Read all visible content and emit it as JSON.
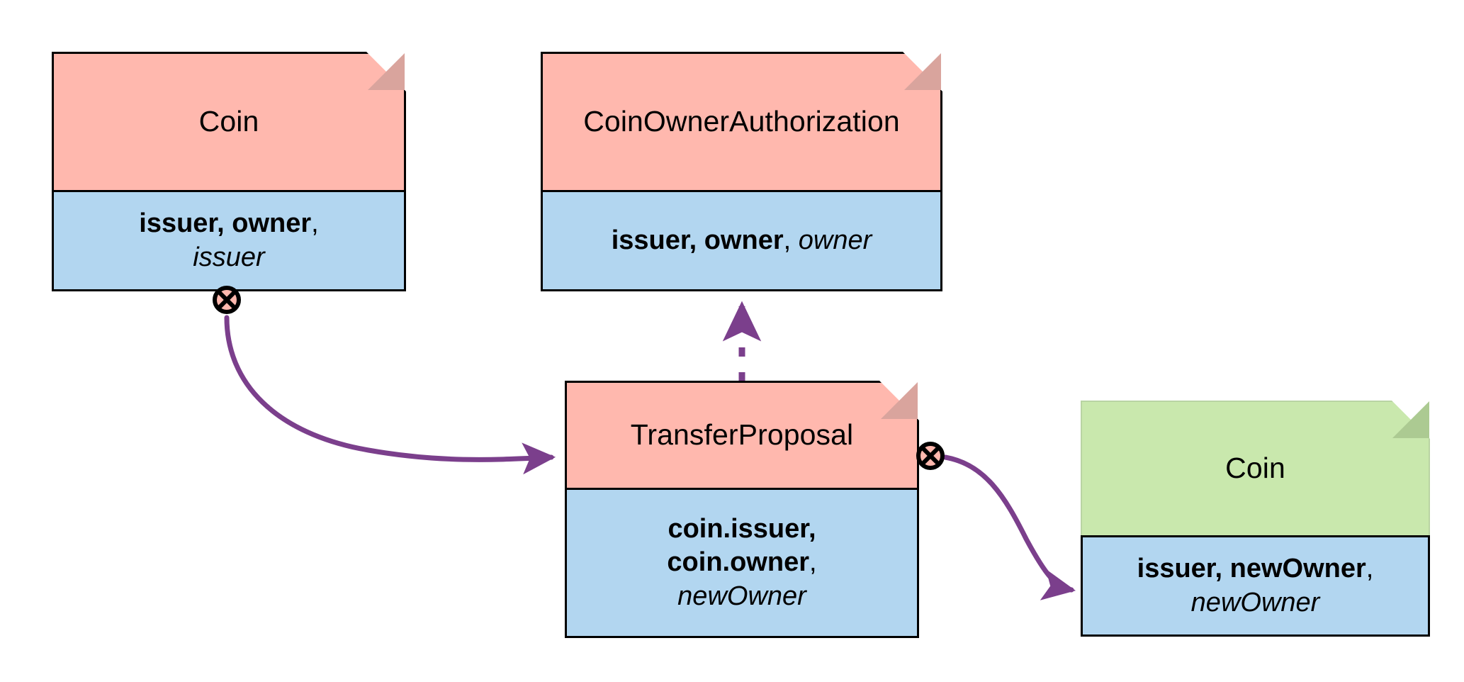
{
  "diagram": {
    "type": "uml-object-flow",
    "background": "#ffffff",
    "palette": {
      "header_pink": "#ffb8ae",
      "header_pink_fold": "#d9a49d",
      "header_green": "#c9e8ad",
      "header_green_fold": "#acca92",
      "body_blue": "#b2d6f0",
      "border": "#000000",
      "edge_purple": "#7b3f8c"
    },
    "nodes": [
      {
        "id": "coin-input",
        "name": "coin-input-node",
        "title": "Coin",
        "color": "pink",
        "attrs_html": "<b>issuer, owner</b>,<br><i>issuer</i>",
        "attrs_text": "issuer, owner, issuer"
      },
      {
        "id": "coin-owner-authorization",
        "name": "coin-owner-authorization-node",
        "title": "CoinOwnerAuthorization",
        "color": "pink",
        "attrs_html": "<b>issuer, owner</b>, <i>owner</i>",
        "attrs_text": "issuer, owner, owner"
      },
      {
        "id": "transfer-proposal",
        "name": "transfer-proposal-node",
        "title": "TransferProposal",
        "color": "pink",
        "attrs_html": "<b>coin.issuer,</b><br><b>coin.owner</b>,<br><i>newOwner</i>",
        "attrs_text": "coin.issuer, coin.owner, newOwner"
      },
      {
        "id": "coin-output",
        "name": "coin-output-node",
        "title": "Coin",
        "color": "green",
        "attrs_html": "<b>issuer, newOwner</b>,<br><i>newOwner</i>",
        "attrs_text": "issuer, newOwner, newOwner"
      }
    ],
    "markers": [
      {
        "id": "pin-coin-input",
        "name": "circle-x-pin-coin-input",
        "fill": "#ffb8ae"
      },
      {
        "id": "pin-transfer-proposal",
        "name": "circle-x-pin-transfer-proposal",
        "fill": "#ffb8ae"
      }
    ],
    "edges": [
      {
        "id": "edge-coin-to-proposal",
        "name": "edge-coin-input-to-transfer-proposal",
        "style": "solid",
        "arrow": "filled-triangle",
        "color": "#7b3f8c",
        "from": "coin-input",
        "to": "transfer-proposal"
      },
      {
        "id": "edge-proposal-to-coin-output",
        "name": "edge-transfer-proposal-to-coin-output",
        "style": "solid",
        "arrow": "filled-triangle",
        "color": "#7b3f8c",
        "from": "transfer-proposal",
        "to": "coin-output"
      },
      {
        "id": "edge-proposal-to-authorization",
        "name": "edge-transfer-proposal-to-coin-owner-authorization",
        "style": "dashed",
        "arrow": "filled-triangle",
        "color": "#7b3f8c",
        "from": "transfer-proposal",
        "to": "coin-owner-authorization"
      }
    ]
  }
}
